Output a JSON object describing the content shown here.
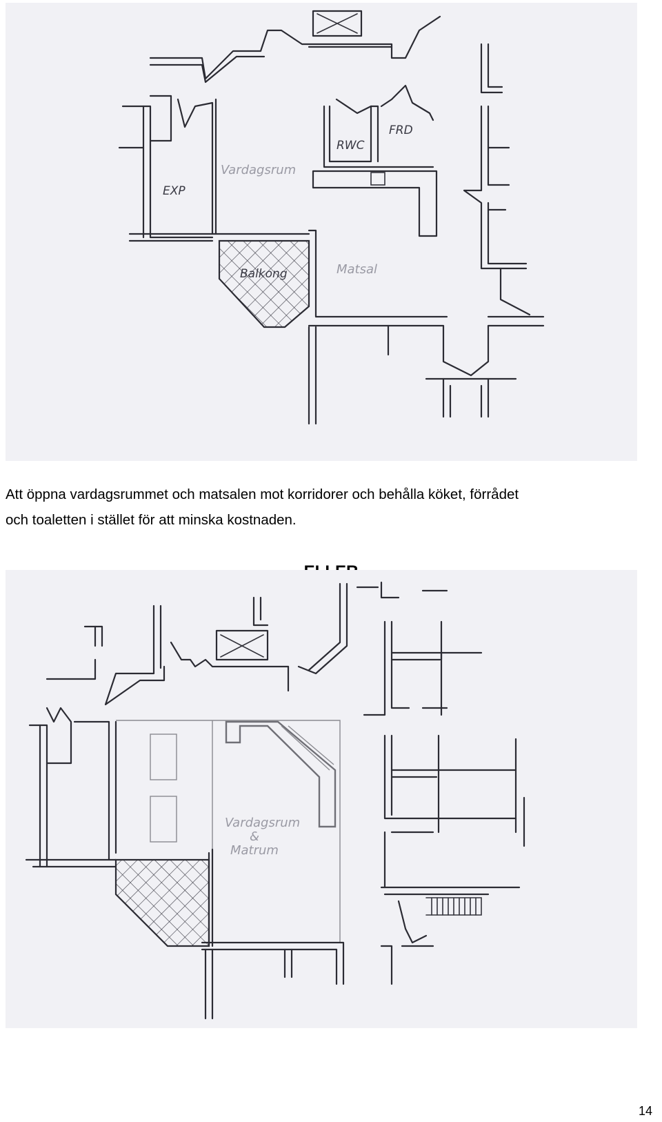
{
  "plan_top": {
    "labels": {
      "exp": "EXP",
      "vardagsrum": "Vardagsrum",
      "rwc": "RWC",
      "frd": "FRD",
      "balkong": "Balkong",
      "matsal": "Matsal"
    }
  },
  "caption": {
    "line1": "Att öppna vardagsrummet och matsalen mot korridorer och behålla köket, förrådet",
    "line2": "och toaletten i stället för att minska kostnaden."
  },
  "separator_heading": "ELLER",
  "plan_bottom": {
    "labels": {
      "vardagsrum_line1": "Vardagsrum",
      "vardagsrum_line2": "&",
      "vardagsrum_line3": "Matrum"
    }
  },
  "page_number": "14"
}
